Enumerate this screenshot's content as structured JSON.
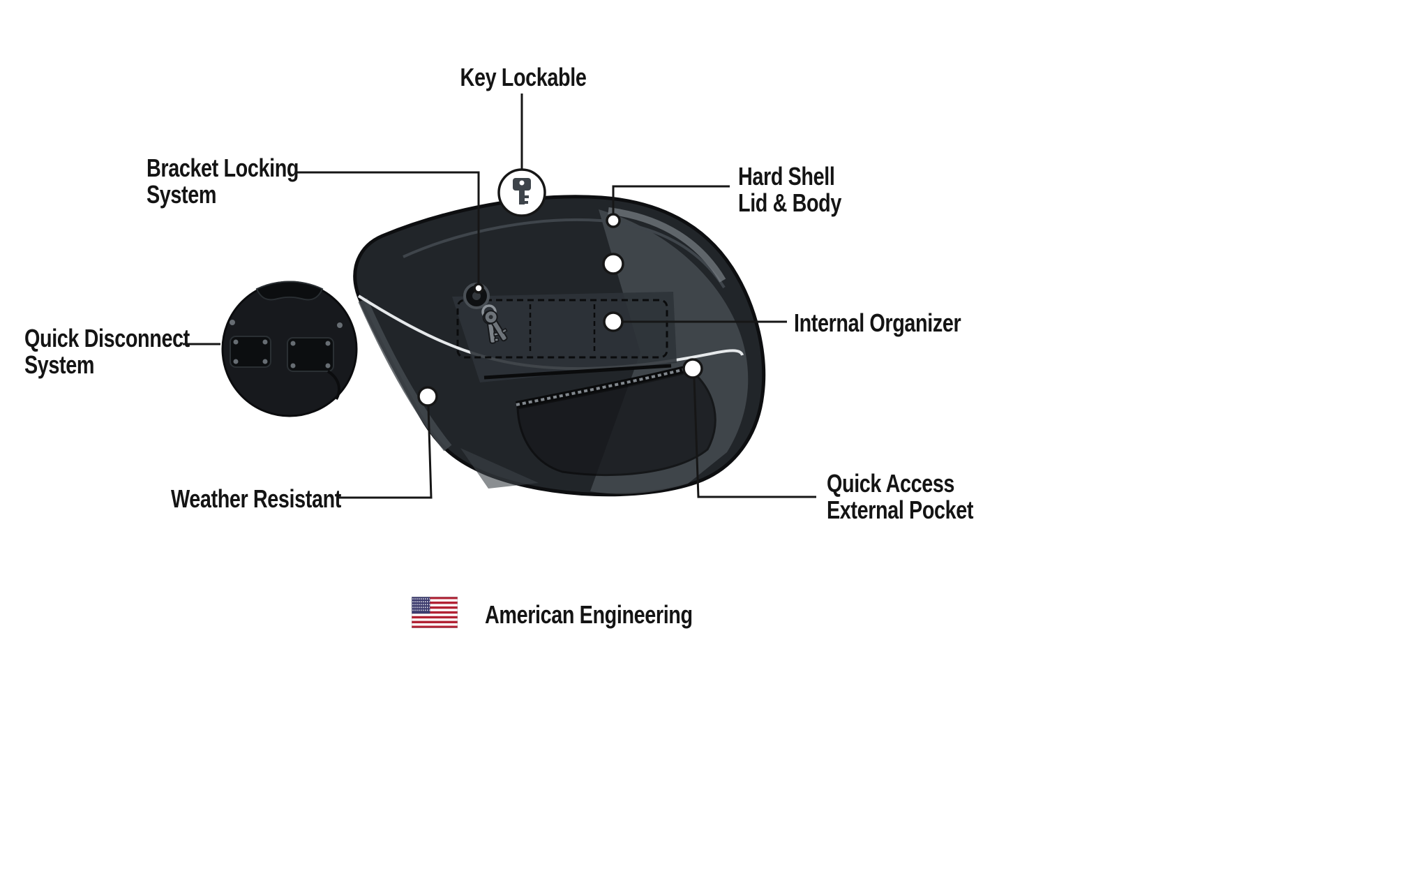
{
  "colors": {
    "background": "#ffffff",
    "text": "#141414",
    "callout_line": "#161616",
    "bag_dark": "#212529",
    "bag_sheen": "#4d5358",
    "seam_light": "#e6e9eb",
    "flag_red": "#B22234",
    "flag_blue": "#3C3B6E"
  },
  "callouts": {
    "key_lockable": {
      "label": "Key Lockable"
    },
    "bracket_locking": {
      "label": "Bracket Locking\nSystem"
    },
    "hard_shell": {
      "label": "Hard Shell\nLid & Body"
    },
    "quick_disconnect": {
      "label": "Quick Disconnect\nSystem"
    },
    "internal_organizer": {
      "label": "Internal Organizer"
    },
    "weather_resistant": {
      "label": "Weather Resistant"
    },
    "quick_access": {
      "label": "Quick Access\nExternal Pocket"
    }
  },
  "footer": {
    "label": "American Engineering"
  },
  "icons": {
    "key": "key-icon",
    "us_flag": "us-flag-icon"
  }
}
